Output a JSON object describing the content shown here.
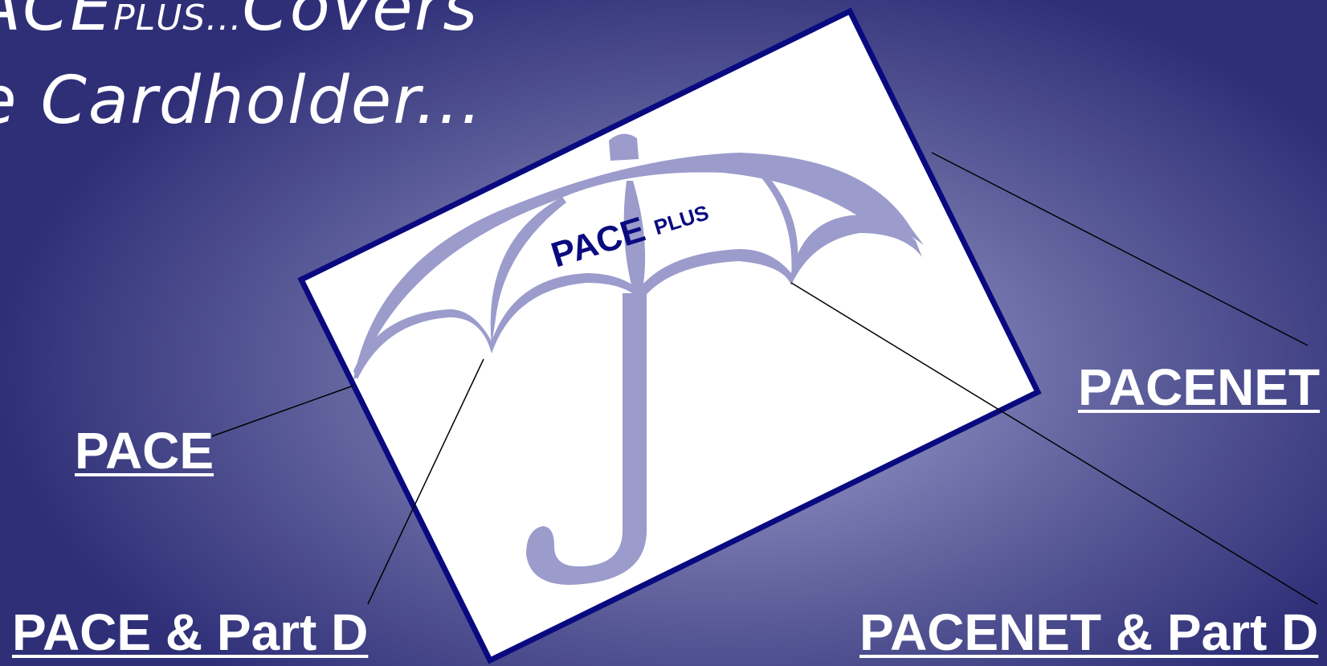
{
  "title": {
    "line1_main_a": "ACE",
    "line1_small": "PLUS...",
    "line1_main_b": "Covers",
    "line2": "e Cardholder..."
  },
  "card": {
    "logo_main": "PACE",
    "logo_small": "PLUS"
  },
  "labels": {
    "pace": "PACE",
    "pacenet": "PACENET",
    "pace_partd": "PACE & Part D",
    "pacenet_partd": "PACENET & Part D"
  },
  "colors": {
    "background": "#4a4a8c",
    "card_border": "#0a0a80",
    "umbrella": "#9b9bcc",
    "logo_text": "#0a0a80"
  }
}
